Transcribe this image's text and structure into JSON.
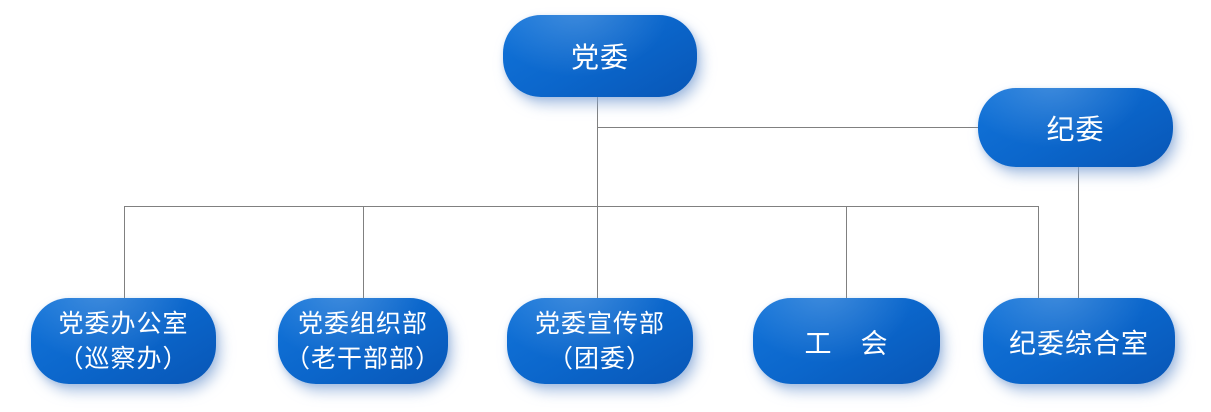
{
  "diagram": {
    "type": "org-chart",
    "background": "#ffffff",
    "nodes": {
      "party_committee": {
        "label": "党委"
      },
      "discipline_committee": {
        "label": "纪委"
      },
      "party_office": {
        "line1": "党委办公室",
        "line2": "（巡察办）"
      },
      "organization_dept": {
        "line1": "党委组织部",
        "line2": "（老干部部）"
      },
      "propaganda_dept": {
        "line1": "党委宣传部",
        "line2": "（团委）"
      },
      "labor_union": {
        "label": "工　会"
      },
      "discipline_office": {
        "label": "纪委综合室"
      }
    },
    "edges": [
      {
        "from": "党委",
        "to": "纪委"
      },
      {
        "from": "党委",
        "to": "党委办公室（巡察办）"
      },
      {
        "from": "党委",
        "to": "党委组织部（老干部部）"
      },
      {
        "from": "党委",
        "to": "党委宣传部（团委）"
      },
      {
        "from": "党委",
        "to": "工　会"
      },
      {
        "from": "党委",
        "to": "纪委综合室"
      },
      {
        "from": "纪委",
        "to": "纪委综合室"
      }
    ],
    "colors": {
      "node_fill_light": "#1274da",
      "node_fill_mid": "#0b66cb",
      "node_fill_dark": "#0856b6",
      "node_text": "#ffffff",
      "connector": "#808080"
    }
  }
}
